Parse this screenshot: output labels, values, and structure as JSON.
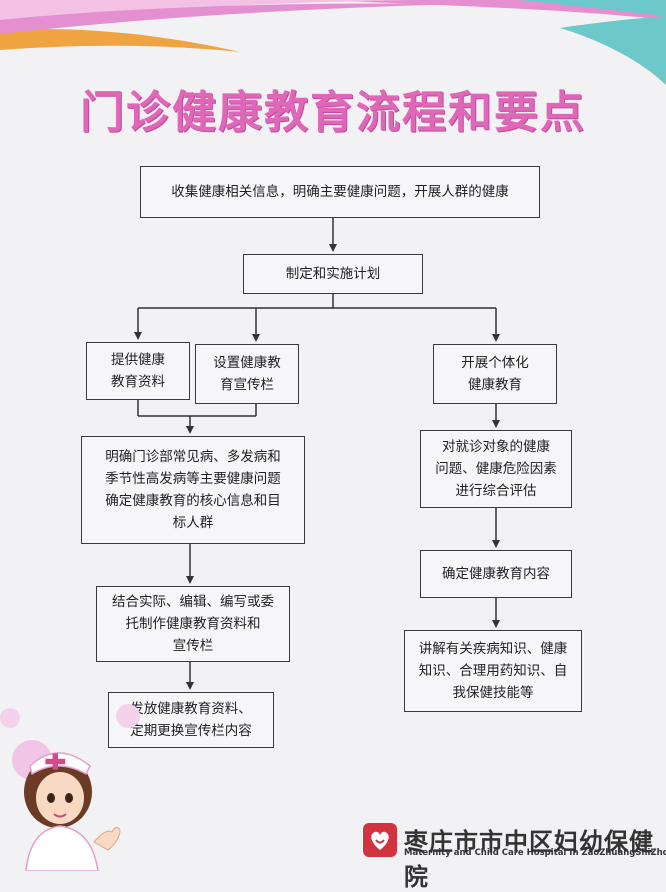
{
  "title": "门诊健康教育流程和要点",
  "nodes": {
    "collect": "收集健康相关信息，明确主要健康问题，开展人群的健康",
    "plan": "制定和实施计划",
    "provide_materials": "提供健康\n教育资料",
    "setup_board": "设置健康教\n育宣传栏",
    "individual": "开展个体化\n健康教育",
    "identify": "明确门诊部常见病、多发病和\n季节性高发病等主要健康问题\n确定健康教育的核心信息和目\n标人群",
    "assess": "对就诊对象的健康\n问题、健康危险因素\n进行综合评估",
    "compile": "结合实际、编辑、编写或委\n托制作健康教育资料和\n宣传栏",
    "determine_content": "确定健康教育内容",
    "distribute": "发放健康教育资料、\n定期更换宣传栏内容",
    "explain": "讲解有关疾病知识、健康\n知识、合理用药知识、自\n我保健技能等"
  },
  "footer": {
    "hospital_cn": "枣庄市市中区妇幼保健院",
    "hospital_en": "Maternity and Child Care Hospital In ZaoZhuangShiZhongQu"
  },
  "colors": {
    "title": "#df67b7",
    "pink_band": "#e68fd0",
    "teal_band": "#6cc8c9",
    "orange_band": "#f0a341",
    "logo_red": "#d2343f"
  }
}
